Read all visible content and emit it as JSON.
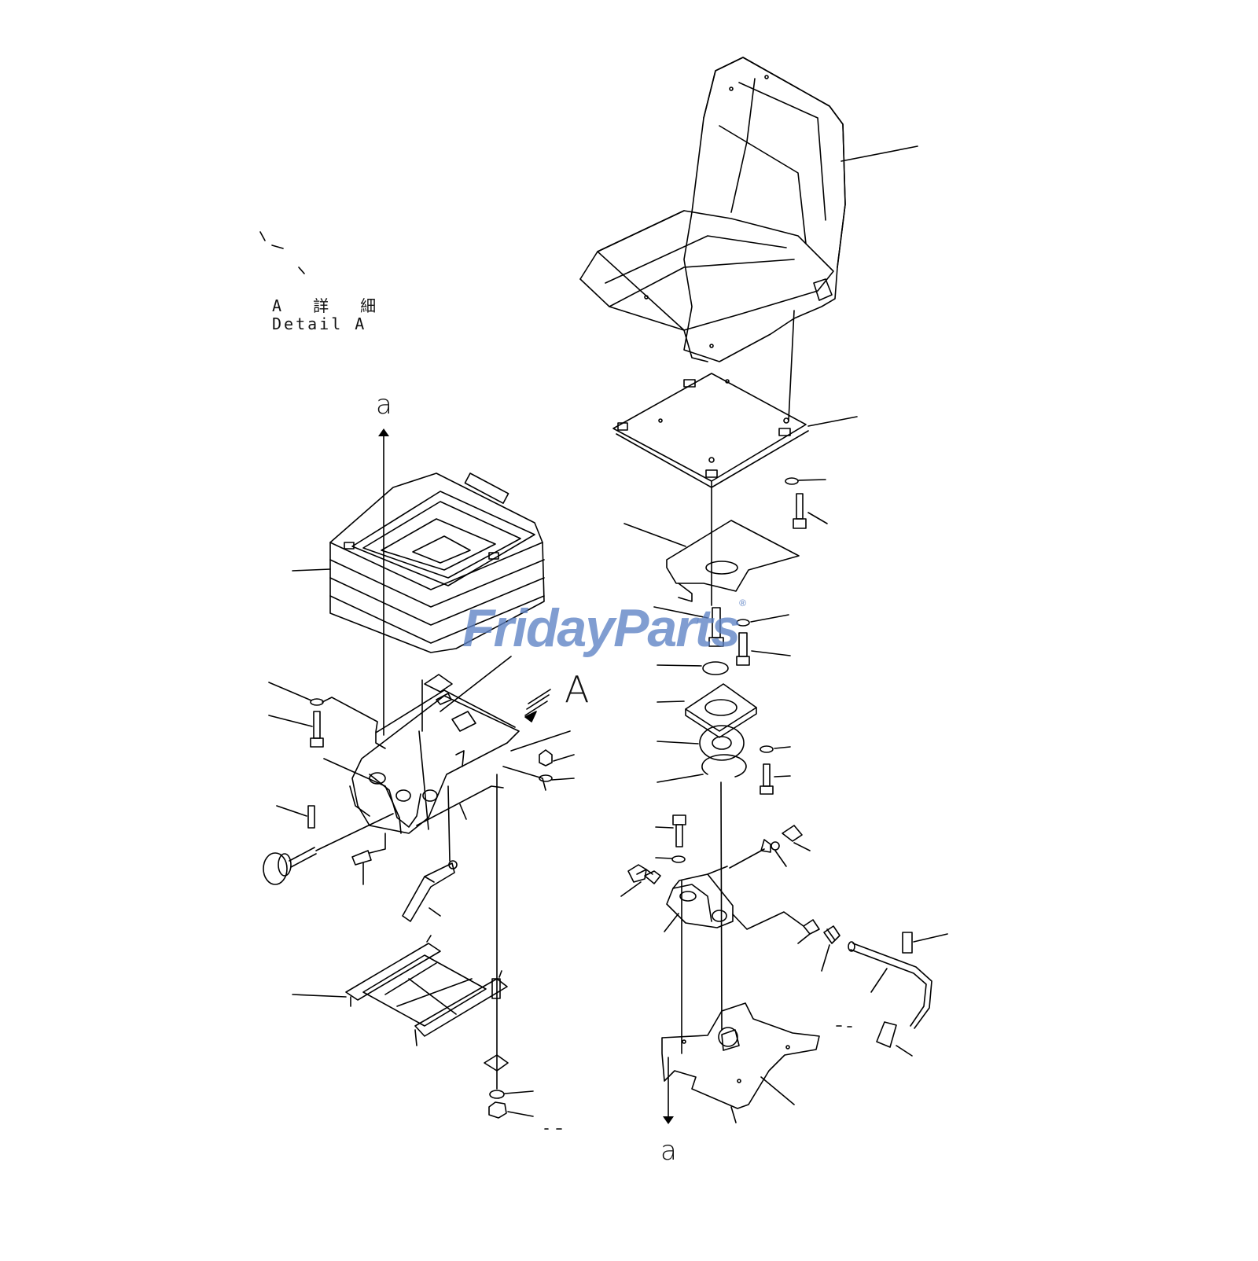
{
  "detail_heading": {
    "japanese": "A 詳 細",
    "english": "Detail A"
  },
  "reference_marks": {
    "a_top": "a",
    "a_bottom": "a",
    "view_arrow": "A"
  },
  "watermark": {
    "text": "FridayParts",
    "registered_symbol": "®",
    "color": "#5c82c4"
  },
  "parts": [
    "seat",
    "seat-plate",
    "washer",
    "bolt",
    "bracket",
    "bolt",
    "bolt",
    "washer",
    "cap",
    "flange",
    "bearing",
    "snap-ring",
    "washer",
    "bolt",
    "bolt",
    "washer",
    "nut",
    "nut",
    "fitting",
    "fitting",
    "hinge",
    "fitting",
    "spring",
    "lever",
    "knob",
    "grip",
    "base-plate",
    "bellows-cover",
    "suspension",
    "washer",
    "nut",
    "bolt",
    "washer",
    "pin",
    "knob",
    "pin",
    "damper",
    "slide-rail",
    "nut",
    "washer"
  ]
}
